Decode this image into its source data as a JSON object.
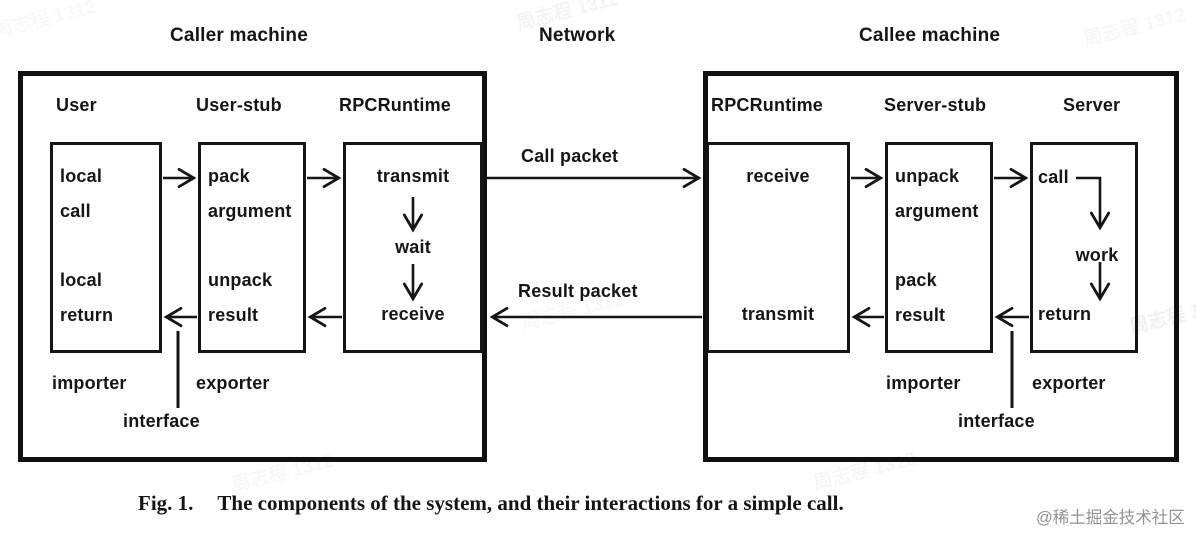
{
  "colors": {
    "ink": "#151515",
    "watermark_gray": "#929292"
  },
  "watermarks": {
    "corner": "周志程 1312",
    "brand": "@稀土掘金技术社区"
  },
  "diagram": {
    "caller": {
      "title": "Caller machine",
      "headers": {
        "col1": "User",
        "col2": "User-stub",
        "col3": "RPCRuntime"
      },
      "user_box": {
        "l1": "local",
        "l2": "call",
        "l3": "local",
        "l4": "return"
      },
      "stub_box": {
        "l1": "pack",
        "l2": "argument",
        "l3": "unpack",
        "l4": "result"
      },
      "rpc_box": {
        "top": "transmit",
        "mid": "wait",
        "bot": "receive"
      },
      "footer": {
        "importer": "importer",
        "exporter": "exporter",
        "interface": "interface"
      }
    },
    "network": {
      "title": "Network",
      "call_packet": "Call packet",
      "result_packet": "Result packet"
    },
    "callee": {
      "title": "Callee machine",
      "headers": {
        "col1": "RPCRuntime",
        "col2": "Server-stub",
        "col3": "Server"
      },
      "rpc_box": {
        "top": "receive",
        "bot": "transmit"
      },
      "stub_box": {
        "l1": "unpack",
        "l2": "argument",
        "l3": "pack",
        "l4": "result"
      },
      "server_box": {
        "top": "call",
        "mid": "work",
        "bot": "return"
      },
      "footer": {
        "importer": "importer",
        "exporter": "exporter",
        "interface": "interface"
      }
    },
    "caption": {
      "fig": "Fig. 1.",
      "text": "The components of the system, and their interactions for a simple call."
    }
  }
}
